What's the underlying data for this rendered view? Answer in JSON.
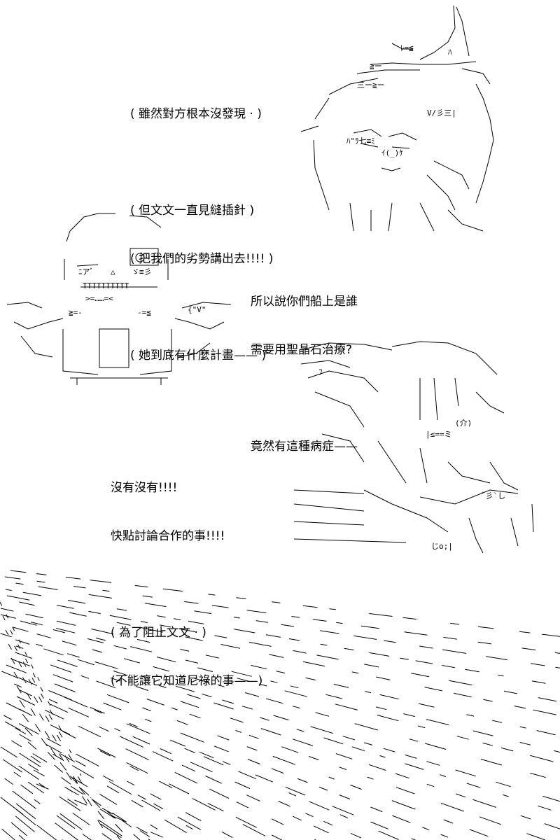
{
  "dialogue": {
    "block1": [
      "( 雖然對方根本沒發現 · )",
      "",
      "( 但文文一直見縫插針 )",
      "( 把我們的劣勢講出去!!!! )",
      "",
      "( 她到底有什麼計畫—— )"
    ],
    "block2": [
      "所以說你們船上是誰",
      "需要用聖晶石治療?",
      "",
      "竟然有這種病症——"
    ],
    "block3": [
      "沒有沒有!!!!",
      "快點討論合作的事!!!!",
      "",
      "( 為了阻止文文 · )",
      "(不能讓它知道尼祿的事——)"
    ]
  },
  "art": {
    "top_character_labels": [
      "ﾚ=≦",
      "≧ー",
      "三ー≧ー",
      "ﾊ",
      "V/彡三|",
      "ﾊ\"ﾗ七≡ﾐ",
      "ｲ(_)ｹ"
    ],
    "middle_character_labels": [
      "ﾆアﾞ",
      "△",
      "ゞ≡彡",
      "TTTTTTTTTT",
      ">=……=<",
      "≧=-",
      "-=≦",
      "{\"V\""
    ],
    "bottom_character_labels": [
      "ﾌ",
      "(介)",
      "|≤==ミ",
      "ﾞ彡`し",
      "じo;|"
    ]
  },
  "colors": {
    "ink": "#000000",
    "paper": "#ffffff"
  }
}
